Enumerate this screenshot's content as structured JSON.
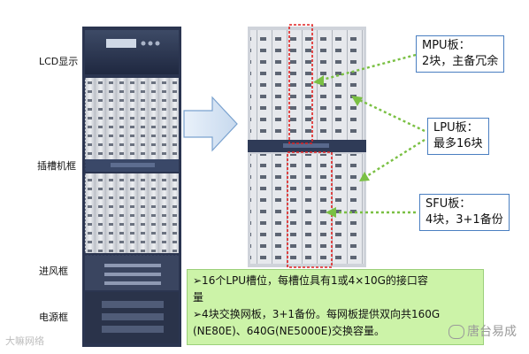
{
  "labels": {
    "lcd": "LCD显示",
    "slot_frame": "插槽机框",
    "air_intake": "进风框",
    "power_frame": "电源框"
  },
  "callouts": {
    "mpu": {
      "line1": "MPU板：",
      "line2": "2块，主备冗余"
    },
    "lpu": {
      "line1": "LPU板：",
      "line2": "最多16块"
    },
    "sfu": {
      "line1": "SFU板：",
      "line2": "4块，3+1备份"
    }
  },
  "info": {
    "line1": "➢16个LPU槽位，每槽位具有1或4×10G的接口容",
    "line2": "量",
    "line3": "➢4块交换网板，3+1备份。每网板提供双向共160G",
    "line4": "(NE80E)、640G(NE5000E)交换容量。"
  },
  "watermark": "大嘛网络",
  "brand": "唐台易成",
  "colors": {
    "callout_border": "#4a7fc1",
    "dotted_arrow": "#7ac043",
    "red_frame": "#e02020",
    "info_bg": "#ccf3a8",
    "arrow_fill": "#dde9f5"
  }
}
